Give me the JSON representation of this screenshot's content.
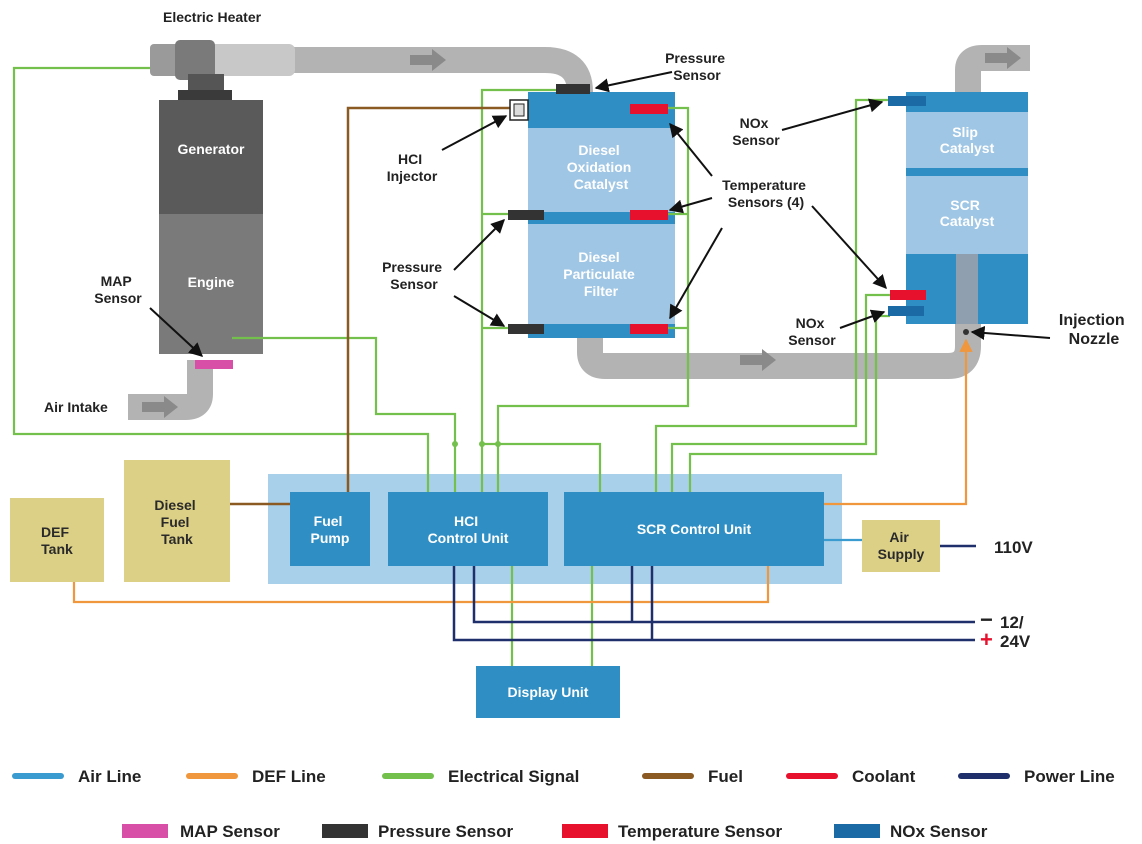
{
  "colors": {
    "air_line": "#3a9bd0",
    "def_line": "#f0963c",
    "electrical_signal": "#74c04c",
    "fuel": "#8a5a22",
    "coolant": "#e8112d",
    "power_line": "#1f2f6b",
    "map_sensor": "#d84fa8",
    "pressure_sensor": "#333333",
    "temperature_sensor": "#e8112d",
    "nox_sensor": "#1b6aa5",
    "exhaust_pipe": "#b3b3b3",
    "control_panel": "#a9d0ea",
    "control_unit": "#2f8fc5",
    "tank": "#dccf86",
    "catalyst_light": "#9fc6e4",
    "catalyst_dark": "#2f8fc5",
    "generator": "#5a5a5a",
    "engine": "#7a7a7a"
  },
  "labels": {
    "electric_heater": "Electric Heater",
    "pressure_sensor_top": [
      "Pressure",
      "Sensor"
    ],
    "hci_injector": [
      "HCI",
      "Injector"
    ],
    "generator": "Generator",
    "engine": "Engine",
    "map_sensor": [
      "MAP",
      "Sensor"
    ],
    "air_intake": "Air Intake",
    "doc": [
      "Diesel",
      "Oxidation",
      "Catalyst"
    ],
    "dpf": [
      "Diesel",
      "Particulate",
      "Filter"
    ],
    "pressure_sensor_mid": [
      "Pressure",
      "Sensor"
    ],
    "temperature_sensors": [
      "Temperature",
      "Sensors (4)"
    ],
    "nox_sensor_top": [
      "NOx",
      "Sensor"
    ],
    "nox_sensor_bottom": [
      "NOx",
      "Sensor"
    ],
    "slip_catalyst": [
      "Slip",
      "Catalyst"
    ],
    "scr_catalyst": [
      "SCR",
      "Catalyst"
    ],
    "injection_nozzle": [
      "Injection",
      "Nozzle"
    ],
    "def_tank": [
      "DEF",
      "Tank"
    ],
    "diesel_fuel_tank": [
      "Diesel",
      "Fuel",
      "Tank"
    ],
    "fuel_pump": [
      "Fuel",
      "Pump"
    ],
    "hci_control_unit": [
      "HCI",
      "Control Unit"
    ],
    "scr_control_unit": "SCR Control Unit",
    "air_supply": [
      "Air",
      "Supply"
    ],
    "v110": "110V",
    "v12": "12/",
    "v24": "24V",
    "minus": "−",
    "plus": "+",
    "display_unit": "Display Unit"
  },
  "legend_row1": [
    {
      "label": "Air Line",
      "color": "#3a9bd0"
    },
    {
      "label": "DEF Line",
      "color": "#f0963c"
    },
    {
      "label": "Electrical Signal",
      "color": "#74c04c"
    },
    {
      "label": "Fuel",
      "color": "#8a5a22"
    },
    {
      "label": "Coolant",
      "color": "#e8112d"
    },
    {
      "label": "Power Line",
      "color": "#1f2f6b"
    }
  ],
  "legend_row2": [
    {
      "label": "MAP Sensor",
      "color": "#d84fa8"
    },
    {
      "label": "Pressure Sensor",
      "color": "#333333"
    },
    {
      "label": "Temperature Sensor",
      "color": "#e8112d"
    },
    {
      "label": "NOx Sensor",
      "color": "#1b6aa5"
    }
  ]
}
